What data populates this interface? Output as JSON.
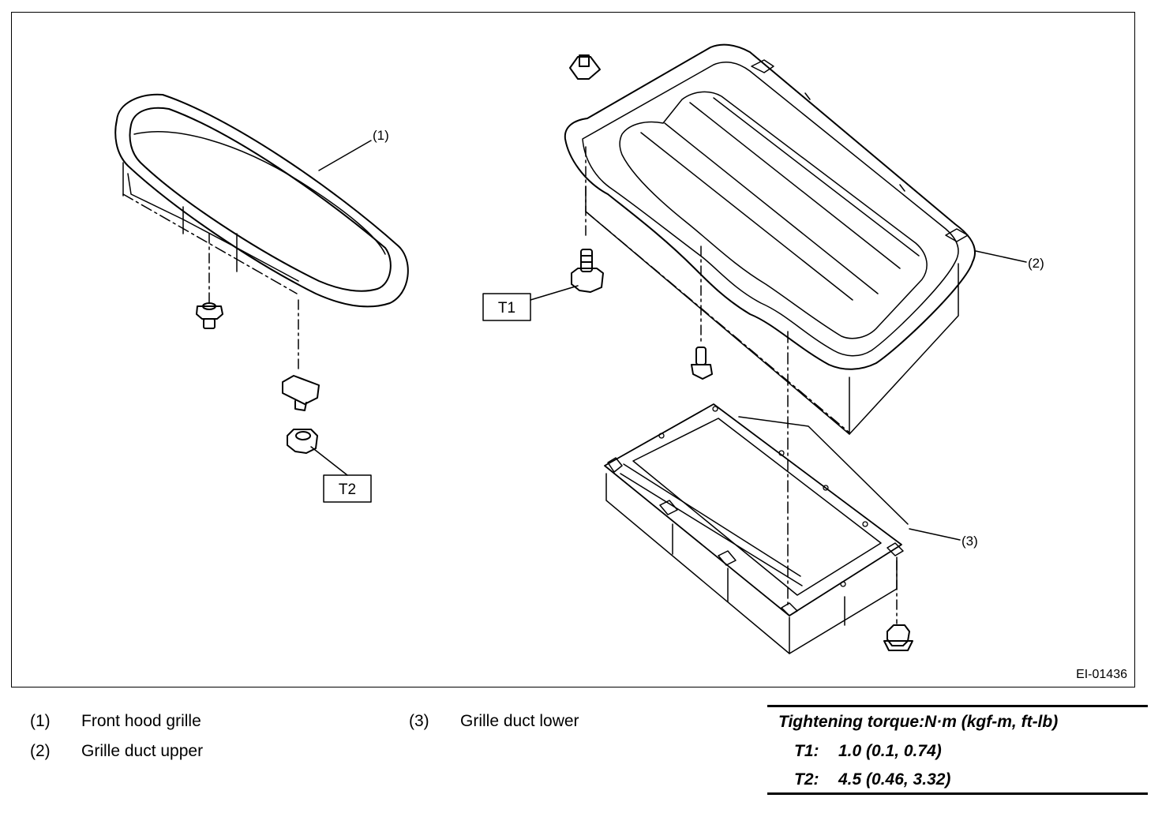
{
  "callouts": {
    "c1": "(1)",
    "c2": "(2)",
    "c3": "(3)",
    "t1": "T1",
    "t2": "T2"
  },
  "figure_id": "EI-01436",
  "legend": [
    {
      "num": "(1)",
      "label": "Front hood grille"
    },
    {
      "num": "(2)",
      "label": "Grille duct upper"
    },
    {
      "num": "(3)",
      "label": "Grille duct lower"
    }
  ],
  "torque": {
    "title": "Tightening torque:N·m (kgf-m, ft-lb)",
    "rows": [
      {
        "code": "T1:",
        "value": "1.0 (0.1, 0.74)"
      },
      {
        "code": "T2:",
        "value": "4.5 (0.46, 3.32)"
      }
    ]
  }
}
